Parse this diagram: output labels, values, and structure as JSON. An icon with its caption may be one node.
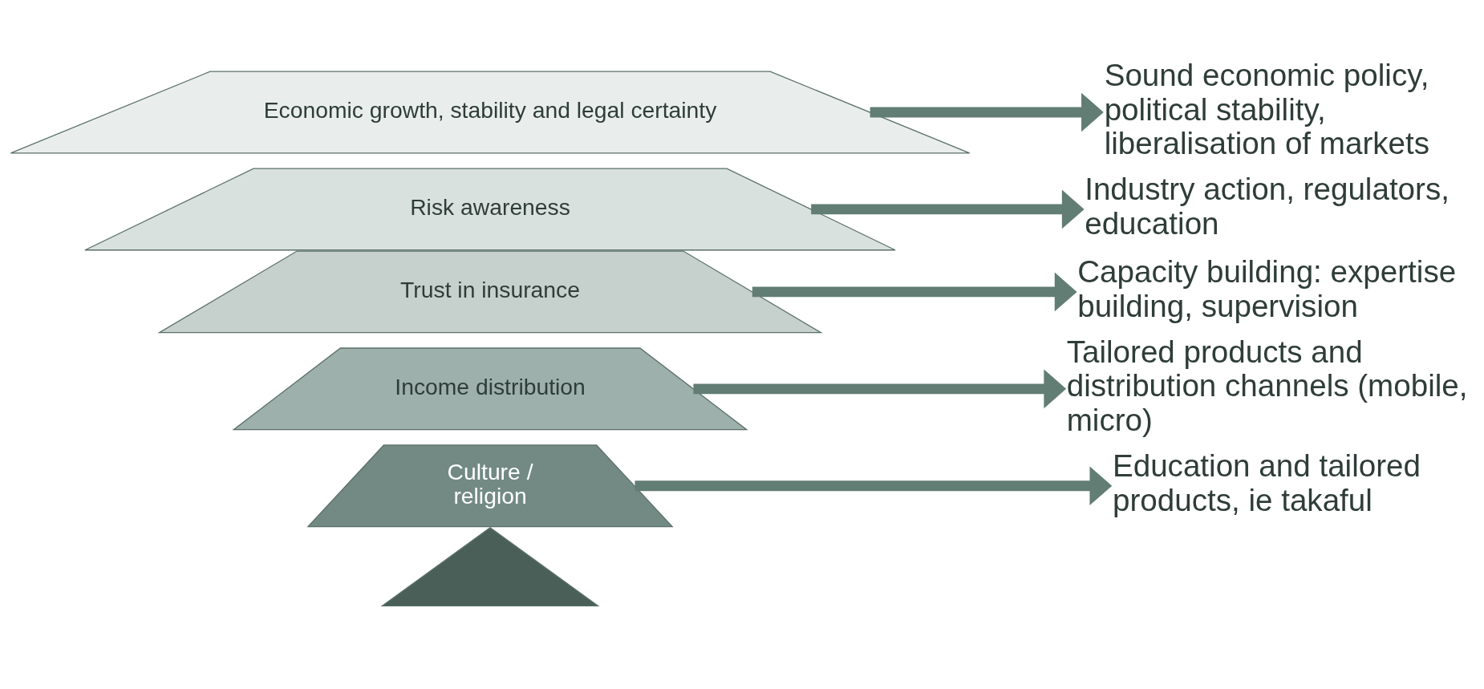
{
  "diagram": {
    "nodes": [
      {
        "text": [],
        "shape": "triangle"
      },
      {
        "text": [
          "Culture / religion"
        ]
      },
      {
        "text": [
          "Income distribution"
        ]
      },
      {
        "text": [
          "Trust in insurance"
        ]
      },
      {
        "text": [
          "Risk awareness"
        ]
      },
      {
        "text": [
          "Economic growth, stability and legal certainty"
        ]
      },
      {
        "text": [
          "Education and tailored products, ie takaful"
        ]
      },
      {
        "text": [
          "Tailored products and distribution channels (mobile, micro)"
        ]
      },
      {
        "text": [
          "Capacity building: expertise building, supervision"
        ]
      },
      {
        "text": [
          "Industry action, regulators, education"
        ]
      },
      {
        "text": [
          "Sound economic policy, political stability, liberalisation of markets"
        ]
      }
    ],
    "edges": [
      {
        "from": 1,
        "to": 6,
        "arrow": "to"
      },
      {
        "from": 2,
        "to": 7,
        "arrow": "to"
      },
      {
        "from": 3,
        "to": 8,
        "arrow": "to"
      },
      {
        "from": 4,
        "to": 9,
        "arrow": "to"
      },
      {
        "from": 5,
        "to": 10,
        "arrow": "to"
      }
    ]
  }
}
